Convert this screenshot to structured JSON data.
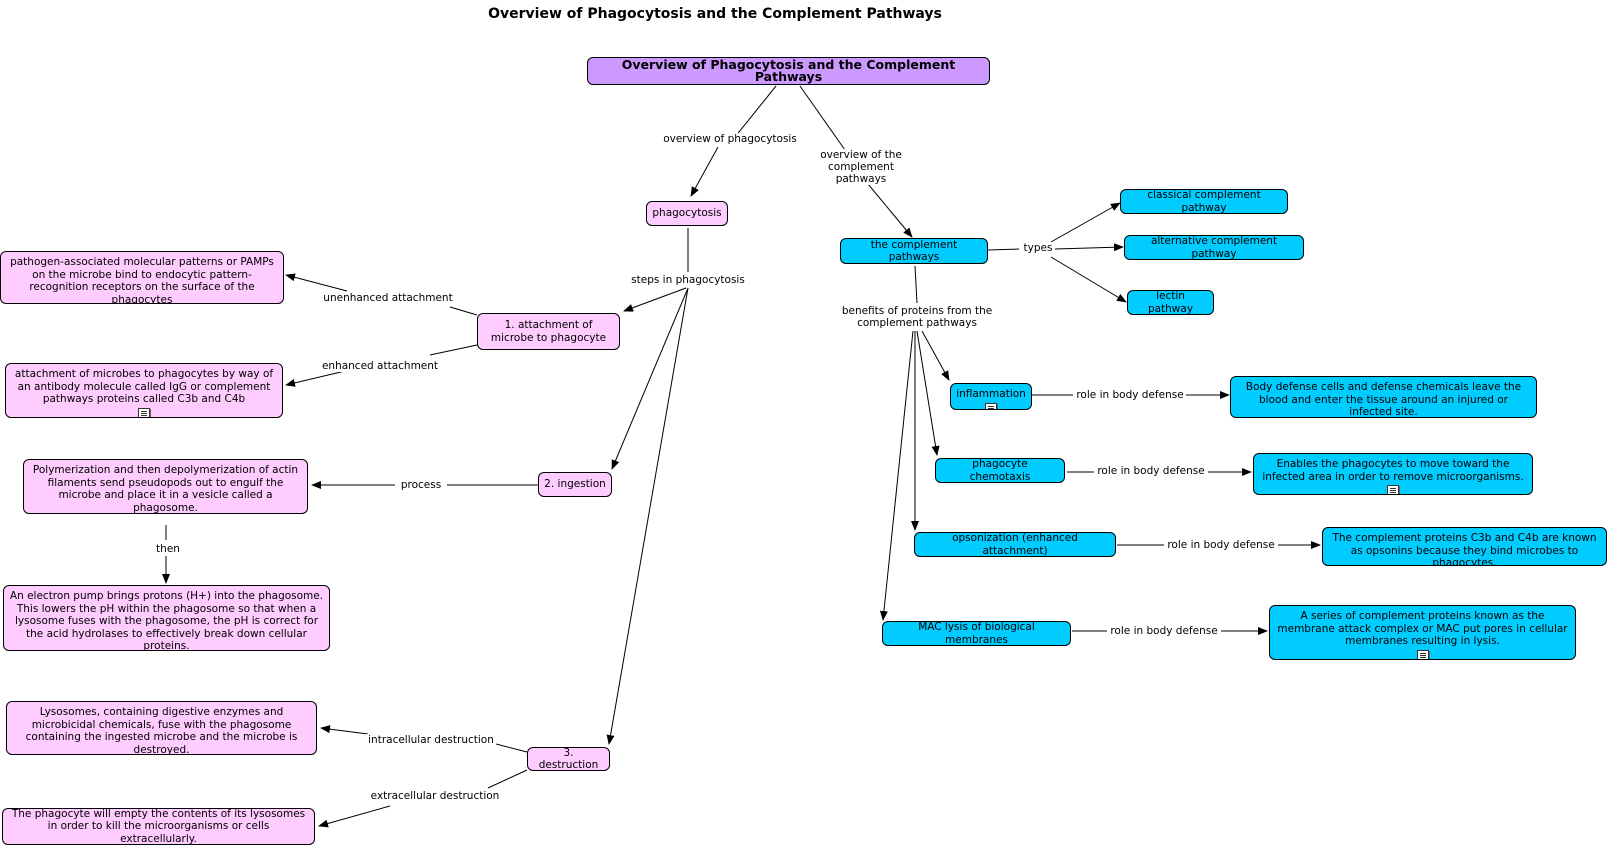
{
  "title": "Overview of Phagocytosis and the Complement Pathways",
  "nodes": {
    "root": "Overview of Phagocytosis and the Complement Pathways",
    "phagocytosis": "phagocytosis",
    "complement": "the complement pathways",
    "attachment": "1. attachment of microbe to phagocyte",
    "ingestion": "2. ingestion",
    "destruction": "3. destruction",
    "pamps": "pathogen-associated molecular patterns or PAMPs on the microbe bind to endocytic pattern-recognition receptors on the surface of the phagocytes",
    "igg": "attachment of microbes to phagocytes by way of an antibody molecule called IgG or complement pathways proteins called C3b and C4b",
    "polymerization": "Polymerization and then depolymerization of actin filaments send pseudopods out to engulf the microbe and place it in a vesicle called a phagosome.",
    "pump": "An electron pump brings protons (H+) into the phagosome. This lowers the pH within the phagosome so that when a lysosome fuses with the phagosome, the pH is correct for the acid hydrolases to effectively break down cellular proteins.",
    "lysosomes": "Lysosomes, containing digestive enzymes and microbicidal chemicals, fuse with the phagosome containing the ingested microbe and the microbe is destroyed.",
    "empty": "The phagocyte will empty the contents of its lysosomes in order to kill the microorganisms or cells extracellularly.",
    "classical": "classical complement pathway",
    "alternative": "alternative complement pathway",
    "lectin": "lectin pathway",
    "inflammation": "inflammation",
    "chemotaxis": "phagocyte chemotaxis",
    "opsonization": "opsonization (enhanced attachment)",
    "mac": "MAC lysis of biological membranes",
    "inflam_desc": "Body defense cells and defense chemicals leave the blood and enter the tissue around an injured or infected site.",
    "chemo_desc": "Enables the phagocytes to move toward the infected area in order to remove microorganisms.",
    "opson_desc": "The complement proteins C3b and C4b are known as opsonins because they bind microbes to phagocytes.",
    "mac_desc": "A series of complement proteins known as the membrane attack complex or MAC put pores in cellular membranes resulting in lysis."
  },
  "links": {
    "overview_phago": "overview of phagocytosis",
    "overview_complement": "overview of the complement pathways",
    "steps": "steps in phagocytosis",
    "unenhanced": "unenhanced attachment",
    "enhanced": "enhanced attachment",
    "process": "process",
    "then": "then",
    "intracellular": "intracellular destruction",
    "extracellular": "extracellular destruction",
    "types": "types",
    "benefits": "benefits of proteins from the complement pathways",
    "role1": "role in body defense",
    "role2": "role in body defense",
    "role3": "role in body defense",
    "role4": "role in body defense"
  },
  "colors": {
    "root": "#cc99ff",
    "phagocytosis_nodes": "#ffccff",
    "complement_nodes": "#00ccff"
  },
  "icons": {
    "note": "note-icon"
  }
}
